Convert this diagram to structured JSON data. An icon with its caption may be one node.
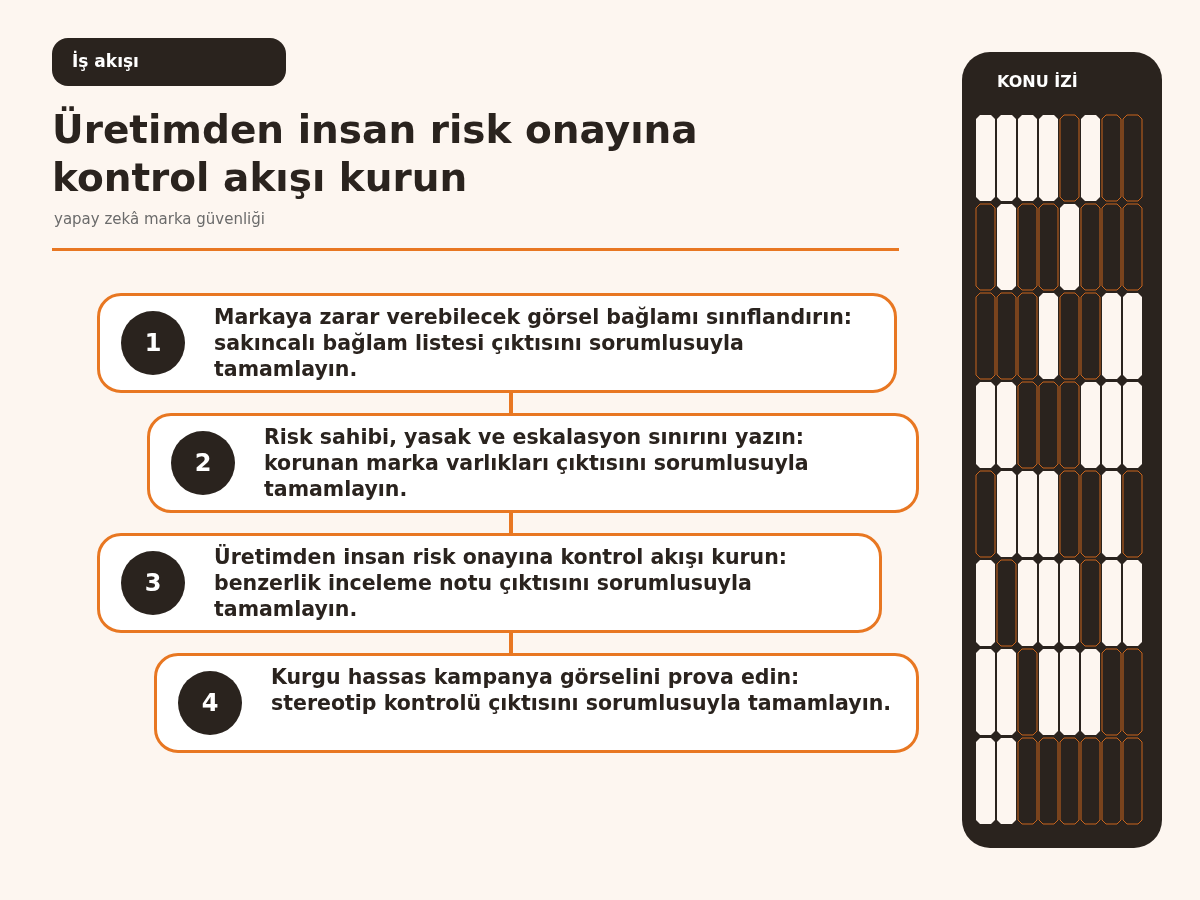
{
  "diagram": {
    "title": "Üretimden insan risk onayına kontrol akışı kurun",
    "caption": "yapay zekâ marka güvenliği",
    "nodes": [
      {
        "text": [
          "1",
          "Markaya zarar verebilecek görsel bağlamı sınıflandırın: sakıncalı bağlam listesi çıktısını sorumlusuyla tamamlayın."
        ]
      },
      {
        "text": [
          "2",
          "Risk sahibi, yasak ve eskalasyon sınırını yazın: korunan marka varlıkları çıktısını sorumlusuyla tamamlayın."
        ]
      },
      {
        "text": [
          "3",
          "Üretimden insan risk onayına kontrol akışı kurun: benzerlik inceleme notu çıktısını sorumlusuyla tamamlayın."
        ]
      },
      {
        "text": [
          "4",
          "Kurgu hassas kampanya görselini prova edin: stereotip kontrolü çıktısını sorumlusuyla tamamlayın."
        ]
      }
    ],
    "edges": [
      {
        "from": 0,
        "to": 1,
        "arrow": "none"
      },
      {
        "from": 1,
        "to": 2,
        "arrow": "none"
      },
      {
        "from": 2,
        "to": 3,
        "arrow": "none"
      }
    ],
    "labels": [
      "İş akışı",
      "KONU İZİ"
    ]
  }
}
